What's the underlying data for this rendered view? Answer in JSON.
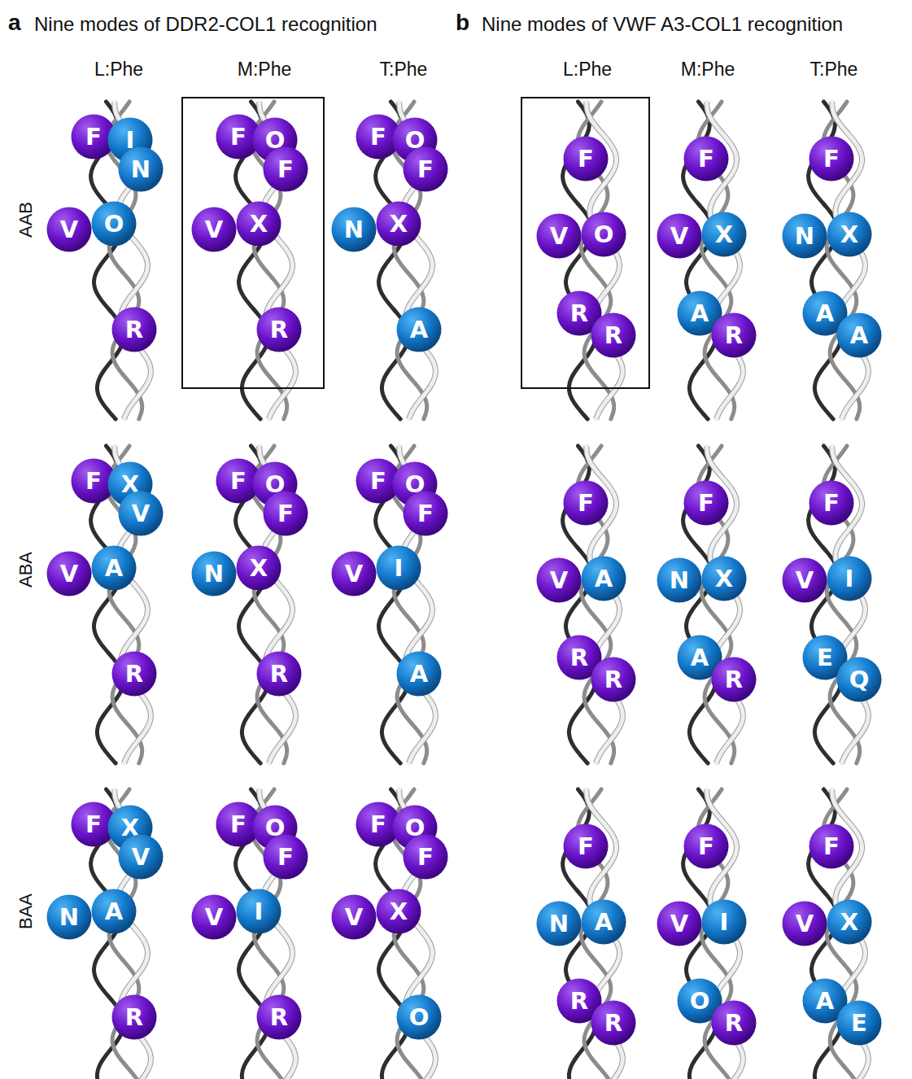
{
  "diagram": {
    "nodes": [
      {
        "text": [
          "F"
        ]
      },
      {
        "text": [
          "I"
        ]
      },
      {
        "text": [
          "N"
        ]
      },
      {
        "text": [
          "V"
        ]
      },
      {
        "text": [
          "O"
        ]
      },
      {
        "text": [
          "R"
        ]
      },
      {
        "text": [
          "F"
        ]
      },
      {
        "text": [
          "O"
        ]
      },
      {
        "text": [
          "F"
        ]
      },
      {
        "text": [
          "V"
        ]
      },
      {
        "text": [
          "X"
        ]
      },
      {
        "text": [
          "R"
        ]
      },
      {
        "text": [
          "F"
        ]
      },
      {
        "text": [
          "O"
        ]
      },
      {
        "text": [
          "F"
        ]
      },
      {
        "text": [
          "N"
        ]
      },
      {
        "text": [
          "X"
        ]
      },
      {
        "text": [
          "A"
        ]
      },
      {
        "text": [
          "F"
        ]
      },
      {
        "text": [
          "X"
        ]
      },
      {
        "text": [
          "V"
        ]
      },
      {
        "text": [
          "V"
        ]
      },
      {
        "text": [
          "A"
        ]
      },
      {
        "text": [
          "R"
        ]
      },
      {
        "text": [
          "F"
        ]
      },
      {
        "text": [
          "O"
        ]
      },
      {
        "text": [
          "F"
        ]
      },
      {
        "text": [
          "N"
        ]
      },
      {
        "text": [
          "X"
        ]
      },
      {
        "text": [
          "R"
        ]
      },
      {
        "text": [
          "F"
        ]
      },
      {
        "text": [
          "O"
        ]
      },
      {
        "text": [
          "F"
        ]
      },
      {
        "text": [
          "V"
        ]
      },
      {
        "text": [
          "I"
        ]
      },
      {
        "text": [
          "A"
        ]
      },
      {
        "text": [
          "F"
        ]
      },
      {
        "text": [
          "X"
        ]
      },
      {
        "text": [
          "V"
        ]
      },
      {
        "text": [
          "N"
        ]
      },
      {
        "text": [
          "A"
        ]
      },
      {
        "text": [
          "R"
        ]
      },
      {
        "text": [
          "F"
        ]
      },
      {
        "text": [
          "O"
        ]
      },
      {
        "text": [
          "F"
        ]
      },
      {
        "text": [
          "V"
        ]
      },
      {
        "text": [
          "I"
        ]
      },
      {
        "text": [
          "R"
        ]
      },
      {
        "text": [
          "F"
        ]
      },
      {
        "text": [
          "O"
        ]
      },
      {
        "text": [
          "F"
        ]
      },
      {
        "text": [
          "V"
        ]
      },
      {
        "text": [
          "X"
        ]
      },
      {
        "text": [
          "O"
        ]
      },
      {
        "text": [
          "F"
        ]
      },
      {
        "text": [
          "V"
        ]
      },
      {
        "text": [
          "O"
        ]
      },
      {
        "text": [
          "R"
        ]
      },
      {
        "text": [
          "R"
        ]
      },
      {
        "text": [
          "F"
        ]
      },
      {
        "text": [
          "V"
        ]
      },
      {
        "text": [
          "X"
        ]
      },
      {
        "text": [
          "A"
        ]
      },
      {
        "text": [
          "R"
        ]
      },
      {
        "text": [
          "F"
        ]
      },
      {
        "text": [
          "N"
        ]
      },
      {
        "text": [
          "X"
        ]
      },
      {
        "text": [
          "A"
        ]
      },
      {
        "text": [
          "A"
        ]
      },
      {
        "text": [
          "F"
        ]
      },
      {
        "text": [
          "V"
        ]
      },
      {
        "text": [
          "A"
        ]
      },
      {
        "text": [
          "R"
        ]
      },
      {
        "text": [
          "R"
        ]
      },
      {
        "text": [
          "F"
        ]
      },
      {
        "text": [
          "N"
        ]
      },
      {
        "text": [
          "X"
        ]
      },
      {
        "text": [
          "A"
        ]
      },
      {
        "text": [
          "R"
        ]
      },
      {
        "text": [
          "F"
        ]
      },
      {
        "text": [
          "V"
        ]
      },
      {
        "text": [
          "I"
        ]
      },
      {
        "text": [
          "E"
        ]
      },
      {
        "text": [
          "Q"
        ]
      },
      {
        "text": [
          "F"
        ]
      },
      {
        "text": [
          "N"
        ]
      },
      {
        "text": [
          "A"
        ]
      },
      {
        "text": [
          "R"
        ]
      },
      {
        "text": [
          "R"
        ]
      },
      {
        "text": [
          "F"
        ]
      },
      {
        "text": [
          "V"
        ]
      },
      {
        "text": [
          "I"
        ]
      },
      {
        "text": [
          "O"
        ]
      },
      {
        "text": [
          "R"
        ]
      },
      {
        "text": [
          "F"
        ]
      },
      {
        "text": [
          "V"
        ]
      },
      {
        "text": [
          "X"
        ]
      },
      {
        "text": [
          "A"
        ]
      },
      {
        "text": [
          "E"
        ]
      }
    ],
    "labels": [
      "a",
      "Nine modes of DDR2-COL1 recognition",
      "b",
      "Nine modes of VWF A3-COL1 recognition",
      "L:Phe",
      "M:Phe",
      "T:Phe",
      "L:Phe",
      "M:Phe",
      "T:Phe",
      "AAB",
      "ABA",
      "BAA"
    ]
  }
}
